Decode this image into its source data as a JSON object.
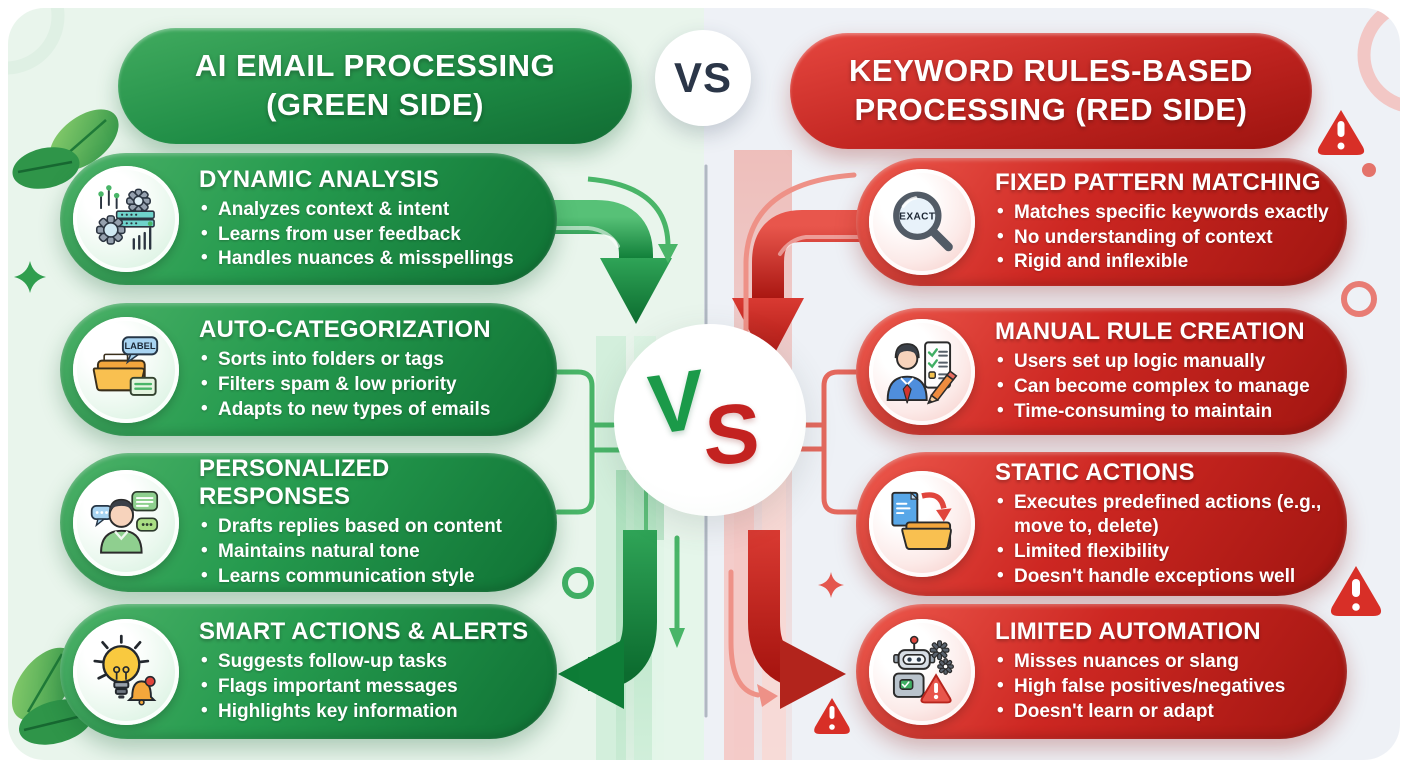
{
  "background": {
    "left_half": "#e9f5ec",
    "right_half": "#eef1f6"
  },
  "colors": {
    "green": "#1e8c45",
    "green_light": "#49b568",
    "green_dark": "#0f7134",
    "red": "#c02420",
    "red_light": "#e4685d",
    "red_dark": "#9c130f",
    "vs_navy": "#2b3648",
    "center_v": "#1b9a49",
    "center_s": "#c32220"
  },
  "header": {
    "left": {
      "line1": "AI EMAIL PROCESSING",
      "line2": "(GREEN SIDE)"
    },
    "vs_badge": "VS",
    "right": {
      "line1": "KEYWORD RULES-BASED",
      "line2": "PROCESSING (RED SIDE)"
    }
  },
  "center_vs": {
    "v": "V",
    "s": "S"
  },
  "green_column": {
    "cards": [
      {
        "icon": "gears-circuit-icon",
        "title": "DYNAMIC ANALYSIS",
        "bullets": [
          "Analyzes context & intent",
          "Learns from user feedback",
          "Handles nuances & misspellings"
        ]
      },
      {
        "icon": "folder-label-icon",
        "icon_label": "LABEL",
        "title": "AUTO-CATEGORIZATION",
        "bullets": [
          "Sorts into folders or tags",
          "Filters spam & low priority",
          "Adapts to new types of emails"
        ]
      },
      {
        "icon": "person-chat-icon",
        "title": "PERSONALIZED RESPONSES",
        "bullets": [
          "Drafts replies based on content",
          "Maintains natural tone",
          "Learns communication style"
        ]
      },
      {
        "icon": "lightbulb-bell-icon",
        "title": "SMART ACTIONS & ALERTS",
        "bullets": [
          "Suggests follow-up tasks",
          "Flags important messages",
          "Highlights key information"
        ]
      }
    ]
  },
  "red_column": {
    "cards": [
      {
        "icon": "magnifier-exact-icon",
        "icon_label": "EXACT",
        "title": "FIXED PATTERN MATCHING",
        "bullets": [
          "Matches specific keywords exactly",
          "No understanding of context",
          "Rigid and inflexible"
        ]
      },
      {
        "icon": "person-checklist-icon",
        "title": "MANUAL RULE CREATION",
        "bullets": [
          "Users set up logic manually",
          "Can become complex to manage",
          "Time-consuming to maintain"
        ]
      },
      {
        "icon": "document-folder-icon",
        "title": "STATIC ACTIONS",
        "bullets": [
          "Executes predefined actions (e.g., move to, delete)",
          "Limited flexibility",
          "Doesn't handle exceptions well"
        ]
      },
      {
        "icon": "robot-warning-icon",
        "title": "LIMITED AUTOMATION",
        "bullets": [
          "Misses nuances or slang",
          "High false positives/negatives",
          "Doesn't learn or adapt"
        ]
      }
    ]
  },
  "decorations": [
    "leaf-icon",
    "sparkle-icon",
    "circle-outline",
    "warning-triangle-icon",
    "green-flow-arrow",
    "red-flow-arrow",
    "column-divider"
  ]
}
